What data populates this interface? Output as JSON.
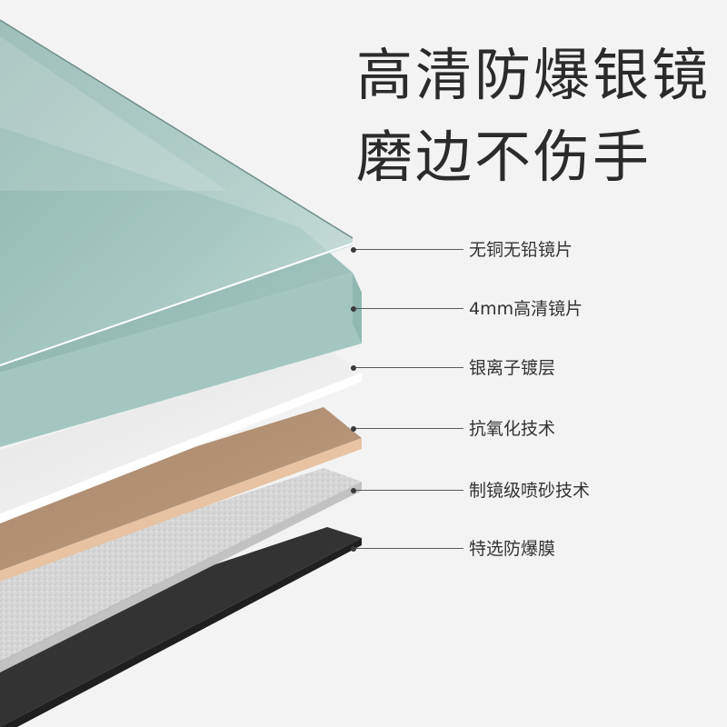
{
  "headline": {
    "line1": "高清防爆银镜",
    "line2": "磨边不伤手"
  },
  "layers": [
    {
      "id": "glass-top",
      "label": "无铜无铅镜片",
      "color": "#cfe0da"
    },
    {
      "id": "glass-hd",
      "label": "4mm高清镜片",
      "color": "#9cc2bb"
    },
    {
      "id": "silver-coating",
      "label": "银离子镀层",
      "color": "#ececec"
    },
    {
      "id": "anti-oxidation",
      "label": "抗氧化技术",
      "color": "#b08f73"
    },
    {
      "id": "sandblast",
      "label": "制镜级喷砂技术",
      "color": "#d9d9d9"
    },
    {
      "id": "explosion-proof-film",
      "label": "特选防爆膜",
      "color": "#343434"
    }
  ]
}
